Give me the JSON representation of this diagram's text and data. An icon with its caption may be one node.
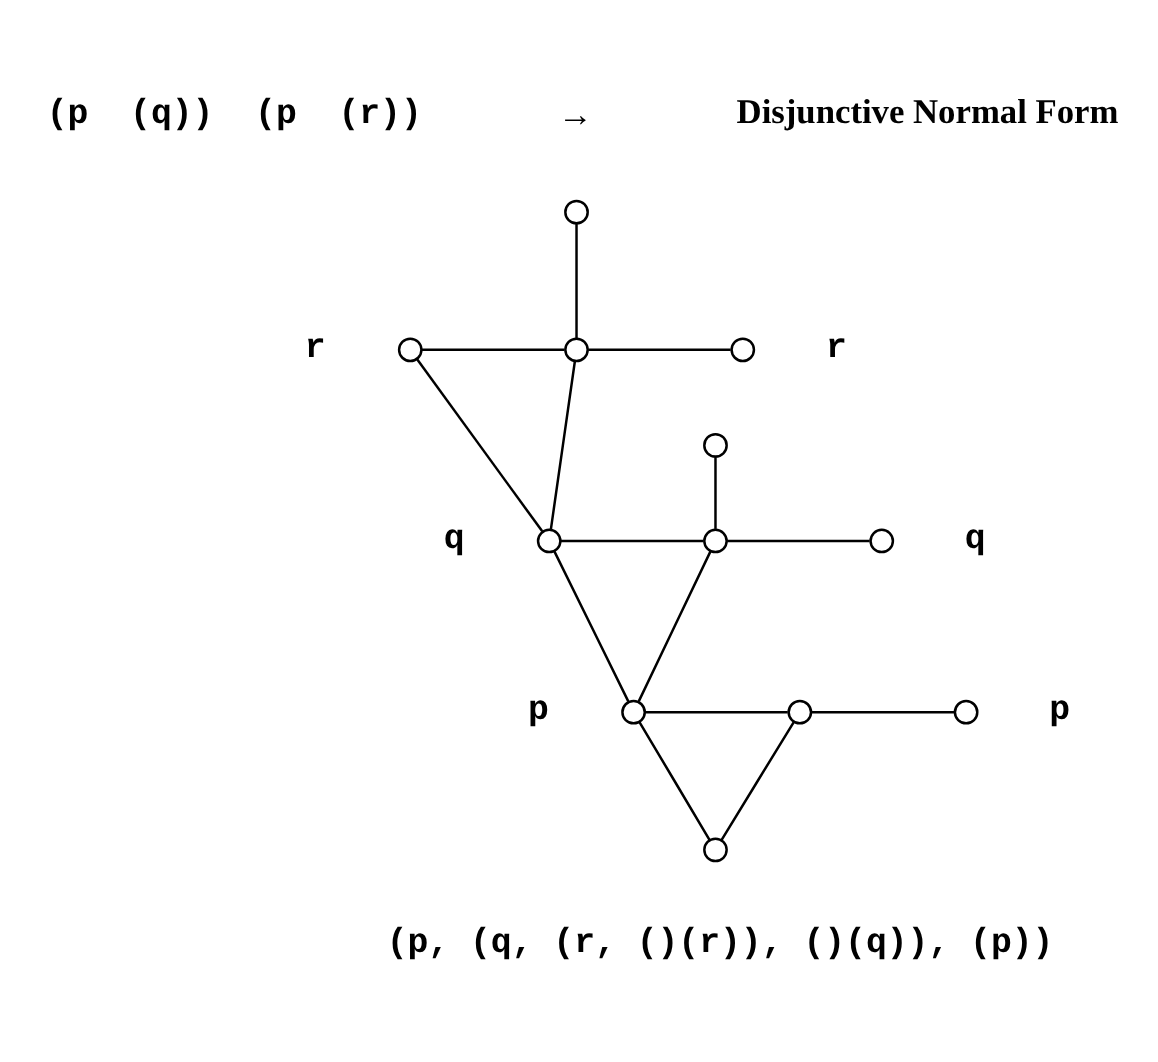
{
  "diagram": {
    "nodes": [
      {
        "text": [],
        "shape": "circle"
      },
      {
        "text": [],
        "shape": "circle",
        "beside": [
          "r"
        ]
      },
      {
        "text": [],
        "shape": "circle"
      },
      {
        "text": [],
        "shape": "circle",
        "beside": [
          "r"
        ]
      },
      {
        "text": [],
        "shape": "circle"
      },
      {
        "text": [],
        "shape": "circle",
        "beside": [
          "q"
        ]
      },
      {
        "text": [],
        "shape": "circle"
      },
      {
        "text": [],
        "shape": "circle",
        "beside": [
          "q"
        ]
      },
      {
        "text": [],
        "shape": "circle",
        "beside": [
          "p"
        ]
      },
      {
        "text": [],
        "shape": "circle"
      },
      {
        "text": [],
        "shape": "circle",
        "beside": [
          "p"
        ]
      },
      {
        "text": [],
        "shape": "circle"
      }
    ],
    "edges": [
      {
        "from": 0,
        "to": 2,
        "arrow": "none"
      },
      {
        "from": 1,
        "to": 2,
        "arrow": "none"
      },
      {
        "from": 2,
        "to": 3,
        "arrow": "none"
      },
      {
        "from": 1,
        "to": 5,
        "arrow": "none"
      },
      {
        "from": 2,
        "to": 5,
        "arrow": "none"
      },
      {
        "from": 4,
        "to": 6,
        "arrow": "none"
      },
      {
        "from": 5,
        "to": 6,
        "arrow": "none"
      },
      {
        "from": 6,
        "to": 7,
        "arrow": "none"
      },
      {
        "from": 5,
        "to": 8,
        "arrow": "none"
      },
      {
        "from": 6,
        "to": 8,
        "arrow": "none"
      },
      {
        "from": 8,
        "to": 9,
        "arrow": "none"
      },
      {
        "from": 9,
        "to": 10,
        "arrow": "none"
      },
      {
        "from": 8,
        "to": 11,
        "arrow": "none"
      },
      {
        "from": 9,
        "to": 11,
        "arrow": "none"
      }
    ],
    "labels": [
      "(p  (q))  (p  (r))",
      "→",
      "Disjunctive Normal Form",
      "(p, (q, (r, ()(r)), ()(q)), (p))"
    ]
  }
}
